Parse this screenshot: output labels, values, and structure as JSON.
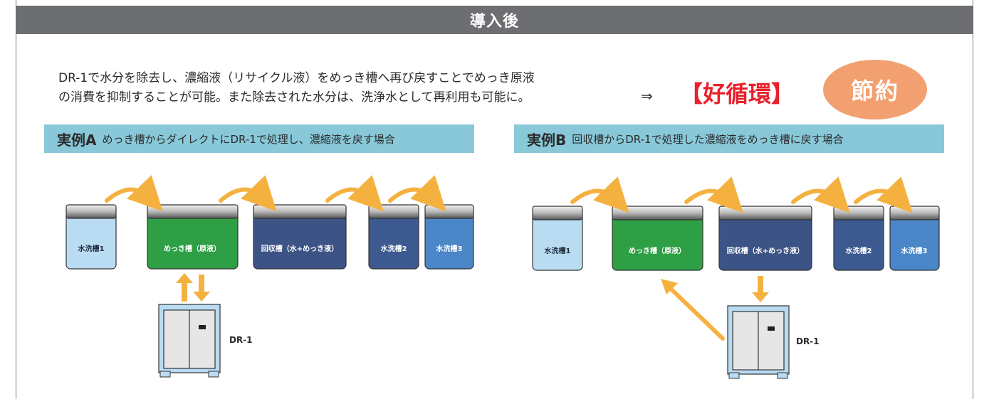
{
  "header": {
    "title": "導入後"
  },
  "intro": {
    "line1": "DR-1で水分を除去し、濃縮液（リサイクル液）をめっき槽へ再び戻すことでめっき原液",
    "line2": "の消費を抑制することが可能。また除去された水分は、洗浄水として再利用も可能に。",
    "arrow": "⇒",
    "cycle": "【好循環】",
    "badge": "節約"
  },
  "caseA": {
    "tag": "実例A",
    "desc": "めっき槽からダイレクトにDR-1で処理し、濃縮液を戻す場合",
    "tanks": [
      "水洗槽1",
      "めっき槽（原液）",
      "回収槽（水+めっき液）",
      "水洗槽2",
      "水洗槽3"
    ],
    "unit": "DR-1"
  },
  "caseB": {
    "tag": "実例B",
    "desc": "回収槽からDR-1で処理した濃縮液をめっき槽に戻す場合",
    "tanks": [
      "水洗槽1",
      "めっき槽（原液）",
      "回収槽（水+めっき液）",
      "水洗槽2",
      "水洗槽3"
    ],
    "unit": "DR-1"
  },
  "colors": {
    "header": "#6d6e71",
    "band": "#88c8d9",
    "accent_red": "#e8212b",
    "badge": "#f3a071",
    "arrow": "#f5b13f",
    "rinse1": "#b9dcf3",
    "plating": "#2e9f45",
    "recovery": "#3c5485",
    "rinse2": "#3c5a8f",
    "rinse3": "#4a86c8"
  }
}
